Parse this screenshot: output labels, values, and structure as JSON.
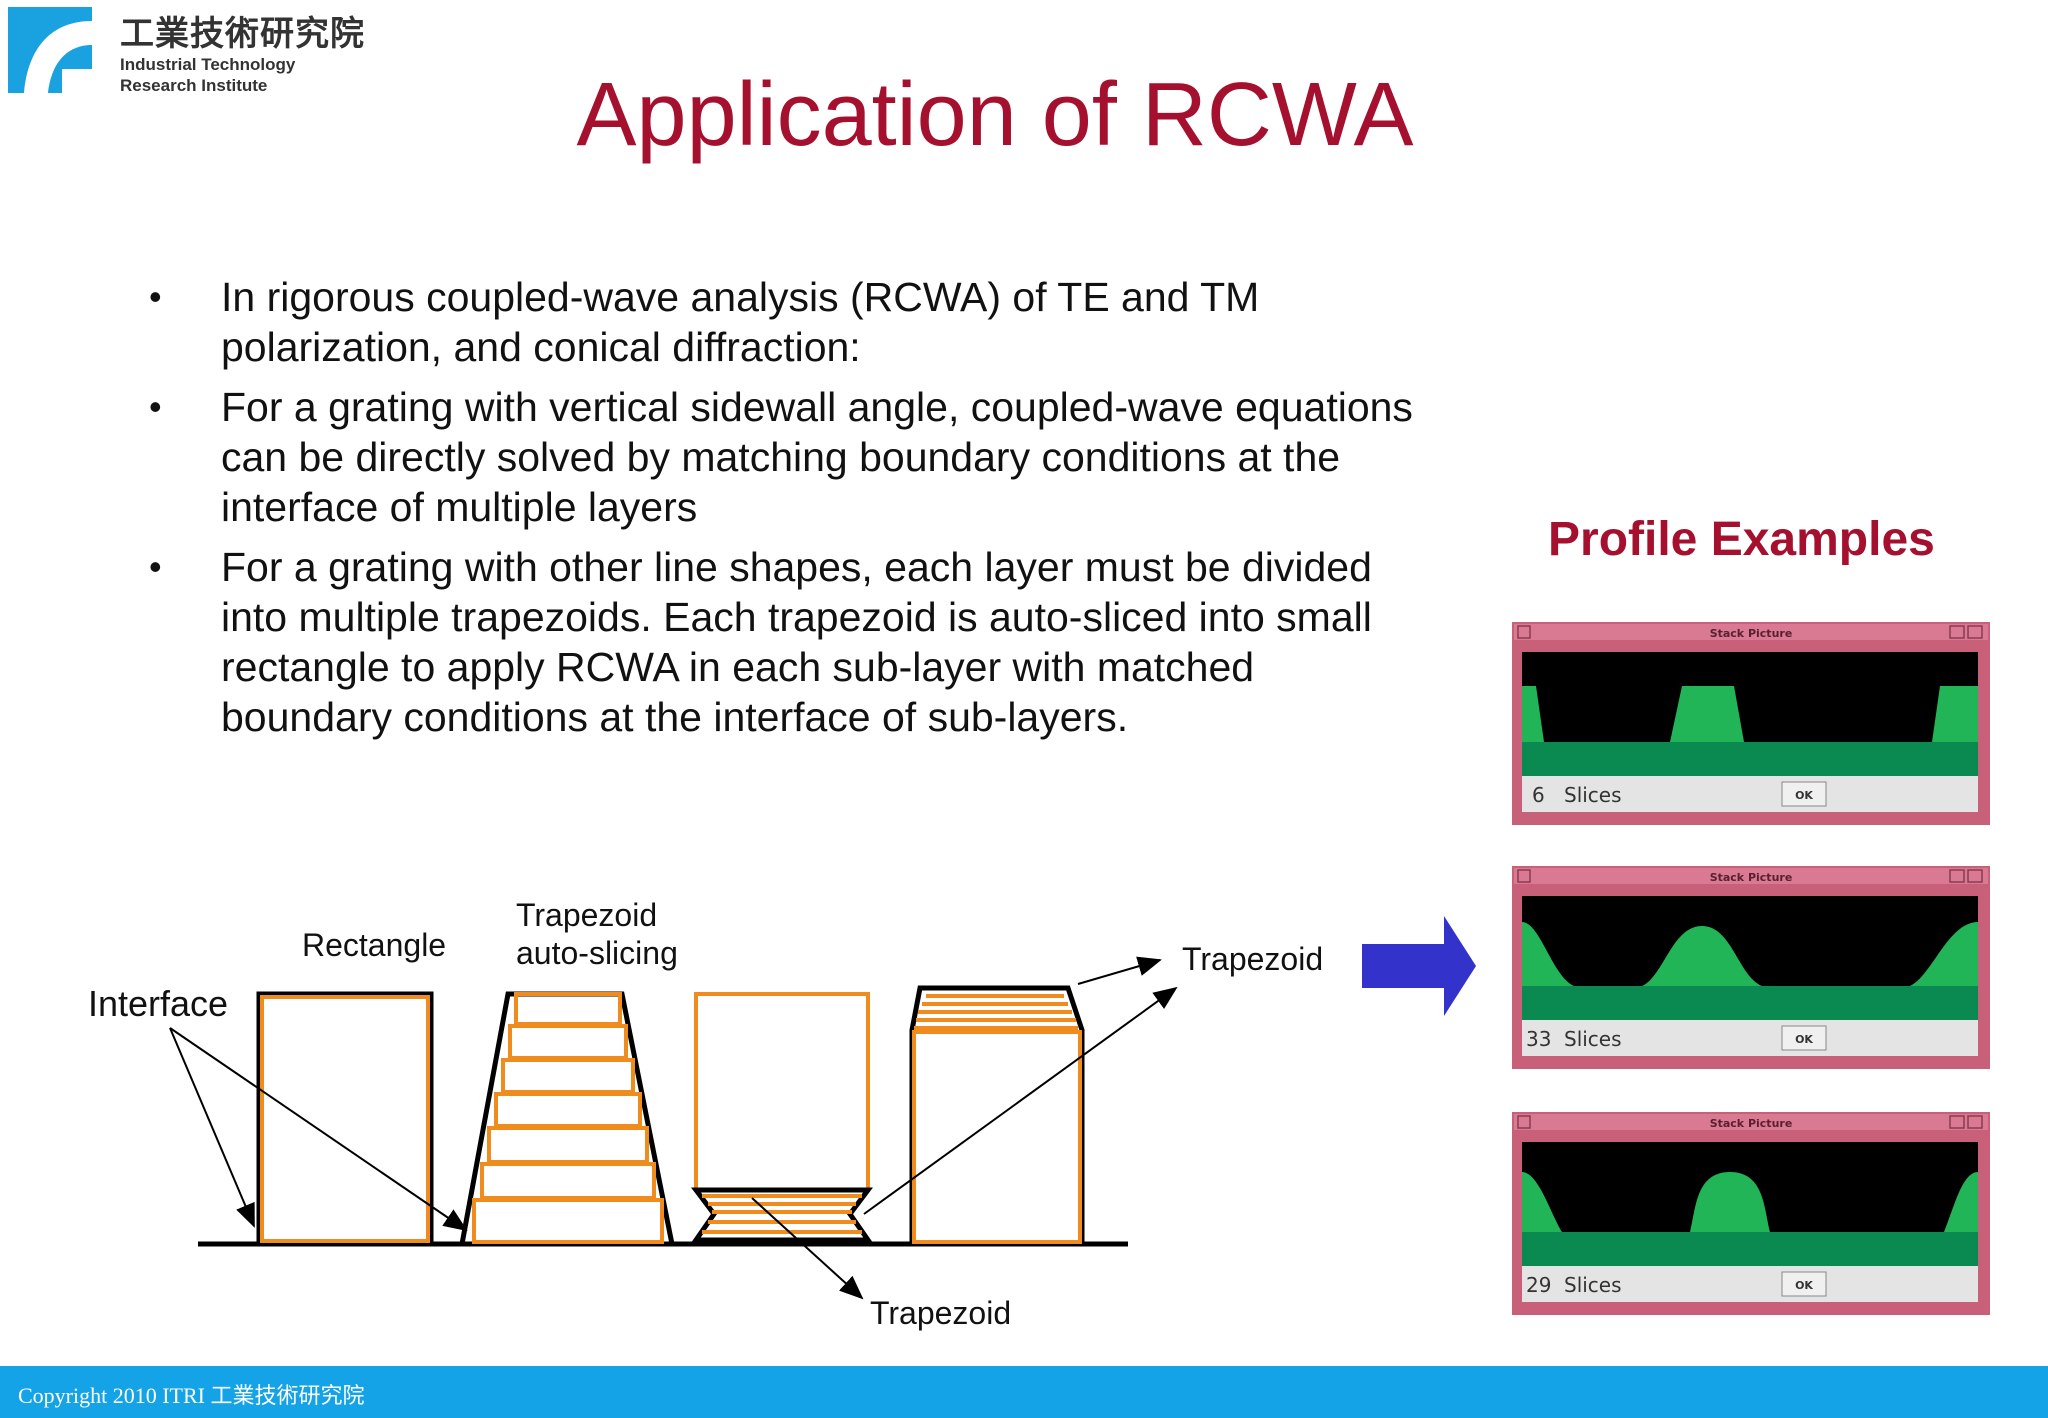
{
  "header": {
    "logo_cn": "工業技術研究院",
    "logo_en_line1": "Industrial Technology",
    "logo_en_line2": "Research Institute"
  },
  "title": "Application of RCWA",
  "bullets": [
    "In rigorous coupled-wave analysis (RCWA) of TE and TM polarization, and conical diffraction:",
    "For a grating with vertical sidewall angle, coupled-wave equations can be directly solved by matching boundary conditions at the interface of multiple layers",
    "For a grating with other line shapes, each layer must be divided into multiple trapezoids. Each trapezoid is auto-sliced into small rectangle to apply RCWA in each sub-layer with matched boundary conditions at the interface of sub-layers."
  ],
  "diagram": {
    "label_interface": "Interface",
    "label_rectangle": "Rectangle",
    "label_trap_slicing_1": "Trapezoid",
    "label_trap_slicing_2": "auto-slicing",
    "label_trapezoid_top": "Trapezoid",
    "label_trapezoid_bottom": "Trapezoid"
  },
  "profile_title": "Profile Examples",
  "profile_windows": [
    {
      "window_title": "Stack Picture",
      "slices_count": "6",
      "slices_label": "Slices",
      "ok_label": "OK"
    },
    {
      "window_title": "Stack Picture",
      "slices_count": "33",
      "slices_label": "Slices",
      "ok_label": "OK"
    },
    {
      "window_title": "Stack Picture",
      "slices_count": "29",
      "slices_label": "Slices",
      "ok_label": "OK"
    }
  ],
  "colors": {
    "title_red": "#a6102f",
    "outline_orange": "#f08c1e",
    "footer_blue": "#14a3e6",
    "arrow_blue": "#3333cc",
    "profile_green": "#22b558",
    "window_pink": "#c8607a"
  },
  "footer": "Copyright 2010 ITRI 工業技術研究院"
}
